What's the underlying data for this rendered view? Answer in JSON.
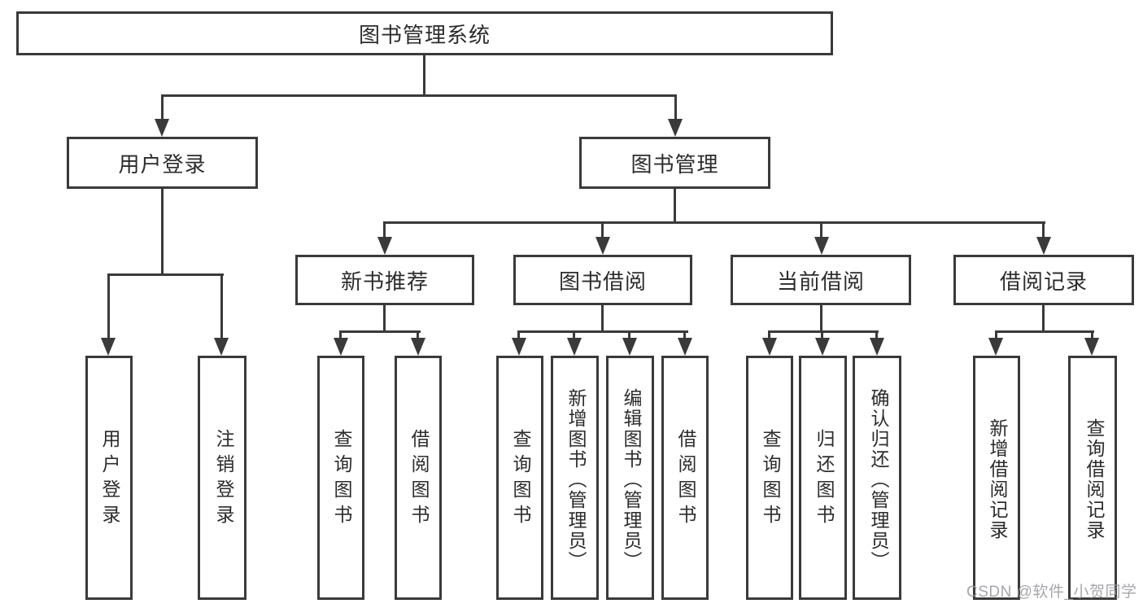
{
  "diagram": {
    "type": "hierarchy-flowchart",
    "colors": {
      "line": "#3a3a3a",
      "box_border": "#3a3a3a",
      "text": "#2c2c2c",
      "background": "#ffffff",
      "watermark": "#96989c"
    },
    "tree": {
      "label": "图书管理系统",
      "children": [
        {
          "label": "用户登录",
          "children": [
            {
              "label": "用户登录"
            },
            {
              "label": "注销登录"
            }
          ]
        },
        {
          "label": "图书管理",
          "children": [
            {
              "label": "新书推荐",
              "children": [
                {
                  "label": "查询图书"
                },
                {
                  "label": "借阅图书"
                }
              ]
            },
            {
              "label": "图书借阅",
              "children": [
                {
                  "label": "查询图书"
                },
                {
                  "label": "新增图书（管理员）"
                },
                {
                  "label": "编辑图书（管理员）"
                },
                {
                  "label": "借阅图书"
                }
              ]
            },
            {
              "label": "当前借阅",
              "children": [
                {
                  "label": "查询图书"
                },
                {
                  "label": "归还图书"
                },
                {
                  "label": "确认归还（管理员）"
                }
              ]
            },
            {
              "label": "借阅记录",
              "children": [
                {
                  "label": "新增借阅记录"
                },
                {
                  "label": "查询借阅记录"
                }
              ]
            }
          ]
        }
      ]
    },
    "watermark": {
      "text": "CSDN @软件_小贺同学"
    }
  }
}
